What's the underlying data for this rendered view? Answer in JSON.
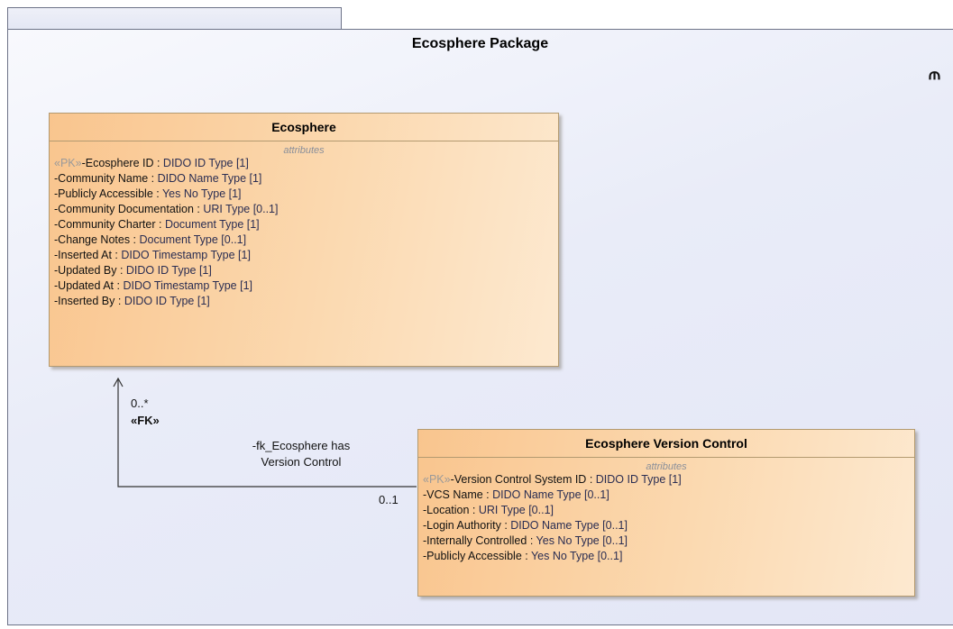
{
  "package": {
    "title": "Ecosphere Package",
    "icon": "package-tree-icon"
  },
  "classes": {
    "ecosphere": {
      "name": "Ecosphere",
      "section": "attributes",
      "attributes": [
        {
          "stereotype": "«PK»",
          "name": "-Ecosphere ID",
          "type": "DIDO ID Type [1]"
        },
        {
          "stereotype": "",
          "name": "-Community Name",
          "type": "DIDO Name Type [1]"
        },
        {
          "stereotype": "",
          "name": "-Publicly Accessible",
          "type": "Yes No Type [1]"
        },
        {
          "stereotype": "",
          "name": "-Community Documentation",
          "type": "URI Type [0..1]"
        },
        {
          "stereotype": "",
          "name": "-Community Charter",
          "type": "Document Type [1]"
        },
        {
          "stereotype": "",
          "name": "-Change Notes",
          "type": "Document Type [0..1]"
        },
        {
          "stereotype": "",
          "name": "-Inserted At",
          "type": "DIDO Timestamp Type [1]"
        },
        {
          "stereotype": "",
          "name": "-Updated By",
          "type": "DIDO ID Type [1]"
        },
        {
          "stereotype": "",
          "name": "-Updated At",
          "type": "DIDO Timestamp Type [1]"
        },
        {
          "stereotype": "",
          "name": "-Inserted By",
          "type": "DIDO ID Type [1]"
        }
      ]
    },
    "version_control": {
      "name": "Ecosphere Version Control",
      "section": "attributes",
      "attributes": [
        {
          "stereotype": "«PK»",
          "name": "-Version Control System ID",
          "type": "DIDO ID Type [1]"
        },
        {
          "stereotype": "",
          "name": "-VCS Name",
          "type": "DIDO Name Type [0..1]"
        },
        {
          "stereotype": "",
          "name": "-Location",
          "type": "URI Type [0..1]"
        },
        {
          "stereotype": "",
          "name": "-Login Authority",
          "type": "DIDO Name Type [0..1]"
        },
        {
          "stereotype": "",
          "name": "-Internally Controlled",
          "type": "Yes No Type [0..1]"
        },
        {
          "stereotype": "",
          "name": "-Publicly Accessible",
          "type": "Yes No Type [0..1]"
        }
      ]
    }
  },
  "association": {
    "name_line1": "-fk_Ecosphere has",
    "name_line2": "Version Control",
    "source_multiplicity": "0..*",
    "source_stereotype": "«FK»",
    "target_multiplicity": "0..1"
  }
}
